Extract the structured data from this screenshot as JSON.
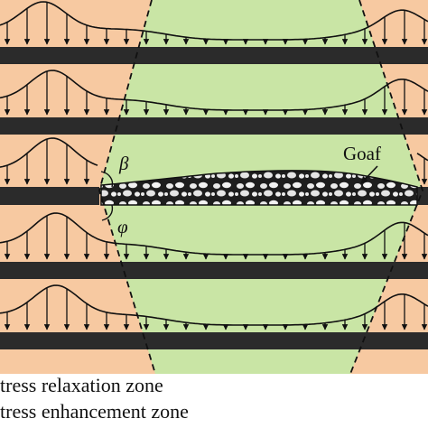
{
  "labels": {
    "beta": "β",
    "phi": "φ",
    "goaf": "Goaf"
  },
  "legend": {
    "relaxation": "tress relaxation zone",
    "enhancement": "tress enhancement zone"
  },
  "colors": {
    "enhancement_zone": "#F7C9A1",
    "relaxation_zone": "#C9E5A5",
    "coal_seam": "#2B2B2B",
    "goaf_fill": "#3A3A3A"
  }
}
